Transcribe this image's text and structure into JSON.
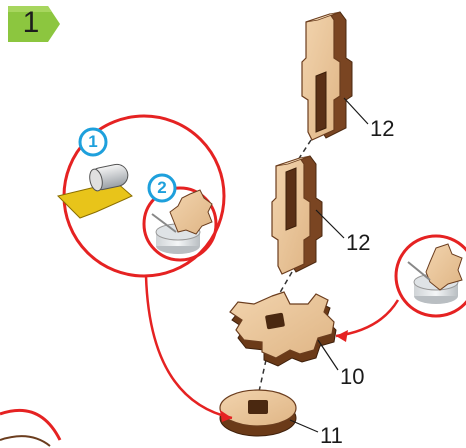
{
  "step": {
    "number": "1"
  },
  "sub_steps": [
    {
      "number": "1",
      "icon": "adhesive-tape-roll-icon"
    },
    {
      "number": "2",
      "icon": "glue-cup-icon"
    }
  ],
  "callouts": {
    "part_top_upright": "12",
    "part_lower_upright": "12",
    "part_gear": "10",
    "part_disc": "11"
  },
  "colors": {
    "step_badge": "#8cc63f",
    "highlight_ring": "#e52222",
    "sub_step_badge": "#1ea0dc",
    "wood": "#e8c49a",
    "wood_edge": "#6b3d1e",
    "tape": "#e8c41a"
  }
}
